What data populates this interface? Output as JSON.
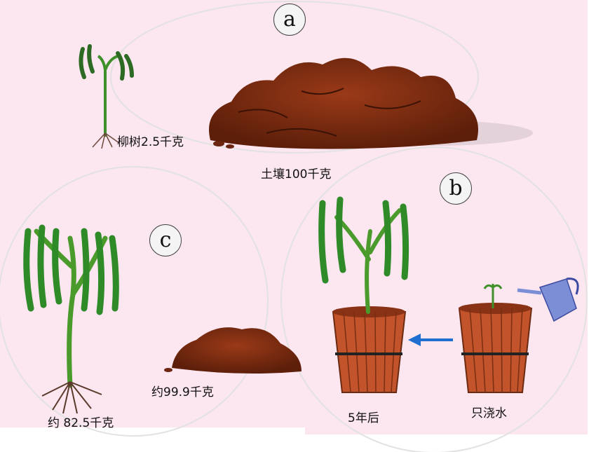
{
  "colors": {
    "background": "#fce6f0",
    "soil": "#7a2c12",
    "pot": "#c2532a",
    "leaf": "#3aa02a",
    "arrow": "#1f6fd1",
    "can": "#7b8ed6"
  },
  "icons": [
    "willow-sapling-icon",
    "soil-pile-icon",
    "willow-tree-icon",
    "wooden-pot-icon",
    "watering-can-icon",
    "left-arrow-icon"
  ],
  "panels": {
    "a": {
      "badge": "a",
      "willow_label": "柳树2.5千克",
      "soil_label": "土壤100千克"
    },
    "b": {
      "badge": "b",
      "after_label": "5年后",
      "water_label": "只浇水"
    },
    "c": {
      "badge": "c",
      "tree_label": "约 82.5千克",
      "soil_label": "约99.9千克"
    }
  }
}
